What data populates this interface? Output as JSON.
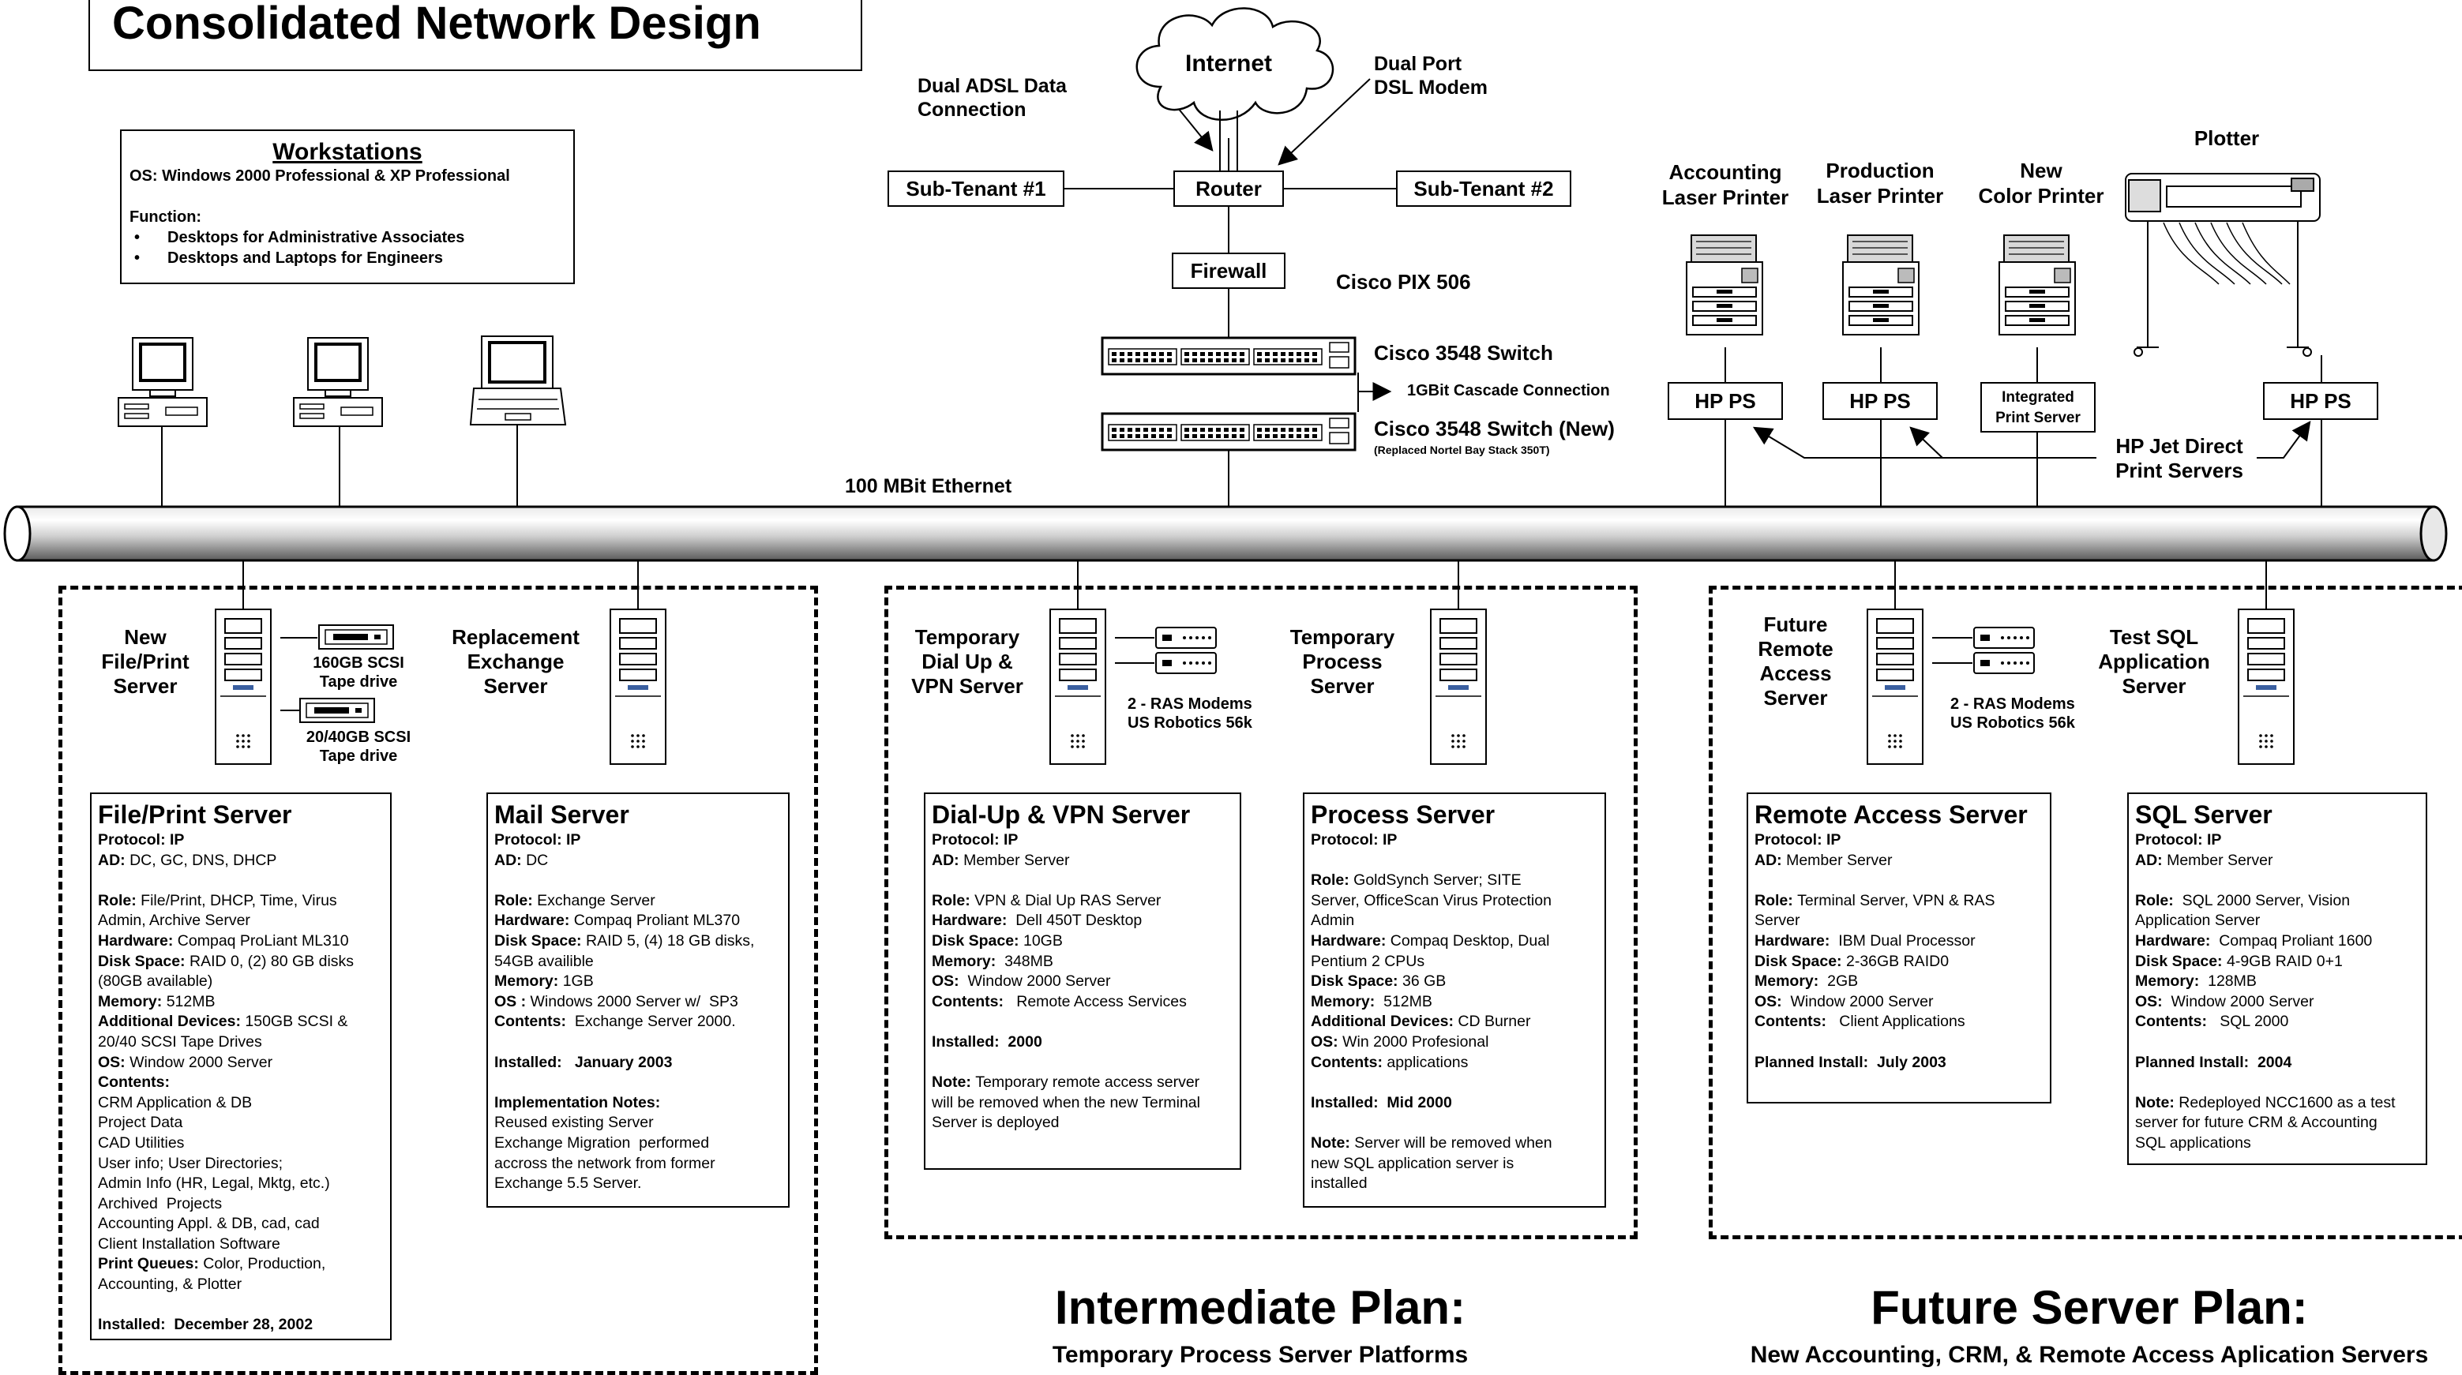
{
  "title": "Consolidated Network Design",
  "workstations": {
    "heading": "Workstations",
    "os": "OS: Windows 2000 Professional & XP Professional",
    "function_label": "Function:",
    "items": [
      "Desktops for Administrative Associates",
      "Desktops and Laptops for Engineers"
    ]
  },
  "internet": {
    "cloud": "Internet",
    "adsl_note": [
      "Dual ADSL Data",
      "Connection"
    ],
    "modem_note": [
      "Dual Port",
      "DSL Modem"
    ],
    "router": "Router",
    "sub_tenant_1": "Sub-Tenant #1",
    "sub_tenant_2": "Sub-Tenant #2",
    "firewall": "Firewall",
    "firewall_model": "Cisco PIX 506",
    "switch_1": "Cisco 3548 Switch",
    "cascade": "1GBit Cascade Connection",
    "switch_2": "Cisco 3548 Switch (New)",
    "switch_2_note": "(Replaced Nortel Bay Stack 350T)"
  },
  "ethernet_label": "100 MBit Ethernet",
  "printers": {
    "accounting": [
      "Accounting",
      "Laser Printer"
    ],
    "production": [
      "Production",
      "Laser Printer"
    ],
    "color": [
      "New",
      "Color Printer"
    ],
    "plotter": "Plotter",
    "hpps": "HP PS",
    "integrated": [
      "Integrated",
      "Print Server"
    ],
    "jetdirect": [
      "HP Jet Direct",
      "Print Servers"
    ]
  },
  "servers": {
    "fileprint": [
      "New",
      "File/Print",
      "Server"
    ],
    "tape1": [
      "160GB SCSI",
      "Tape drive"
    ],
    "tape2": [
      "20/40GB SCSI",
      "Tape drive"
    ],
    "exchange": [
      "Replacement",
      "Exchange",
      "Server"
    ],
    "dialup": [
      "Temporary",
      "Dial Up &",
      "VPN  Server"
    ],
    "modems": [
      "2 - RAS Modems",
      "US Robotics 56k"
    ],
    "process": [
      "Temporary",
      "Process",
      "Server"
    ],
    "remote": [
      "Future",
      "Remote",
      "Access",
      "Server"
    ],
    "sql": [
      "Test SQL",
      "Application",
      "Server"
    ]
  },
  "cards": {
    "fileprint": {
      "title": "File/Print Server",
      "lines": [
        [
          [
            "b",
            "Protocol: IP"
          ]
        ],
        [
          [
            "b",
            "AD: "
          ],
          [
            "n",
            "DC, GC, DNS, DHCP"
          ]
        ],
        [],
        [
          [
            "b",
            "Role: "
          ],
          [
            "n",
            "File/Print, DHCP, Time, Virus"
          ]
        ],
        [
          [
            "n",
            "Admin, Archive Server"
          ]
        ],
        [
          [
            "b",
            "Hardware: "
          ],
          [
            "n",
            "Compaq ProLiant ML310"
          ]
        ],
        [
          [
            "b",
            "Disk Space: "
          ],
          [
            "n",
            "RAID 0, (2) 80 GB disks"
          ]
        ],
        [
          [
            "n",
            "(80GB available)"
          ]
        ],
        [
          [
            "b",
            "Memory: "
          ],
          [
            "n",
            "512MB"
          ]
        ],
        [
          [
            "b",
            "Additional Devices: "
          ],
          [
            "n",
            "150GB SCSI &"
          ]
        ],
        [
          [
            "n",
            "20/40 SCSI Tape Drives"
          ]
        ],
        [
          [
            "b",
            "OS: "
          ],
          [
            "n",
            "Window 2000 Server"
          ]
        ],
        [
          [
            "b",
            "Contents:"
          ]
        ],
        [
          [
            "n",
            "CRM Application & DB"
          ]
        ],
        [
          [
            "n",
            "Project Data"
          ]
        ],
        [
          [
            "n",
            "CAD Utilities"
          ]
        ],
        [
          [
            "n",
            "User info; User Directories;"
          ]
        ],
        [
          [
            "n",
            "Admin Info (HR, Legal, Mktg, etc.)"
          ]
        ],
        [
          [
            "n",
            "Archived  Projects"
          ]
        ],
        [
          [
            "n",
            "Accounting Appl. & DB, cad, cad"
          ]
        ],
        [
          [
            "n",
            "Client Installation Software"
          ]
        ],
        [
          [
            "b",
            "Print Queues: "
          ],
          [
            "n",
            "Color, Production,"
          ]
        ],
        [
          [
            "n",
            "Accounting, & Plotter"
          ]
        ],
        [],
        [
          [
            "b",
            "Installed:  December 28, 2002"
          ]
        ]
      ]
    },
    "mail": {
      "title": "Mail Server",
      "lines": [
        [
          [
            "b",
            "Protocol: IP"
          ]
        ],
        [
          [
            "b",
            "AD: "
          ],
          [
            "n",
            "DC"
          ]
        ],
        [],
        [
          [
            "b",
            "Role: "
          ],
          [
            "n",
            "Exchange Server"
          ]
        ],
        [
          [
            "b",
            "Hardware: "
          ],
          [
            "n",
            "Compaq Proliant ML370"
          ]
        ],
        [
          [
            "b",
            "Disk Space: "
          ],
          [
            "n",
            "RAID 5, (4) 18 GB disks,"
          ]
        ],
        [
          [
            "n",
            "54GB availible"
          ]
        ],
        [
          [
            "b",
            "Memory: "
          ],
          [
            "n",
            "1GB"
          ]
        ],
        [
          [
            "b",
            "OS : "
          ],
          [
            "n",
            "Windows 2000 Server w/  SP3"
          ]
        ],
        [
          [
            "b",
            "Contents: "
          ],
          [
            "n",
            " Exchange Server 2000."
          ]
        ],
        [],
        [
          [
            "b",
            "Installed:   January 2003"
          ]
        ],
        [],
        [
          [
            "b",
            "Implementation Notes:"
          ]
        ],
        [
          [
            "n",
            "Reused existing Server"
          ]
        ],
        [
          [
            "n",
            "Exchange Migration  performed"
          ]
        ],
        [
          [
            "n",
            "accross the network from former"
          ]
        ],
        [
          [
            "n",
            "Exchange 5.5 Server."
          ]
        ]
      ]
    },
    "dialup": {
      "title": "Dial-Up & VPN Server",
      "lines": [
        [
          [
            "b",
            "Protocol: IP"
          ]
        ],
        [
          [
            "b",
            "AD: "
          ],
          [
            "n",
            "Member Server"
          ]
        ],
        [],
        [
          [
            "b",
            "Role: "
          ],
          [
            "n",
            "VPN & Dial Up RAS Server"
          ]
        ],
        [
          [
            "b",
            "Hardware: "
          ],
          [
            "n",
            " Dell 450T Desktop"
          ]
        ],
        [
          [
            "b",
            "Disk Space: "
          ],
          [
            "n",
            "10GB"
          ]
        ],
        [
          [
            "b",
            "Memory: "
          ],
          [
            "n",
            " 348MB"
          ]
        ],
        [
          [
            "b",
            "OS: "
          ],
          [
            "n",
            " Window 2000 Server"
          ]
        ],
        [
          [
            "b",
            "Contents: "
          ],
          [
            "n",
            "  Remote Access Services"
          ]
        ],
        [],
        [
          [
            "b",
            "Installed:  2000"
          ]
        ],
        [],
        [
          [
            "b",
            "Note: "
          ],
          [
            "n",
            "Temporary remote access server"
          ]
        ],
        [
          [
            "n",
            "will be removed when the new Terminal"
          ]
        ],
        [
          [
            "n",
            "Server is deployed"
          ]
        ]
      ]
    },
    "process": {
      "title": "Process Server",
      "lines": [
        [
          [
            "b",
            "Protocol: IP"
          ]
        ],
        [],
        [
          [
            "b",
            "Role: "
          ],
          [
            "n",
            "GoldSynch Server; SITE"
          ]
        ],
        [
          [
            "n",
            "Server, OfficeScan Virus Protection"
          ]
        ],
        [
          [
            "n",
            "Admin"
          ]
        ],
        [
          [
            "b",
            "Hardware: "
          ],
          [
            "n",
            "Compaq Desktop, Dual"
          ]
        ],
        [
          [
            "n",
            "Pentium 2 CPUs"
          ]
        ],
        [
          [
            "b",
            "Disk Space: "
          ],
          [
            "n",
            "36 GB"
          ]
        ],
        [
          [
            "b",
            "Memory: "
          ],
          [
            "n",
            " 512MB"
          ]
        ],
        [
          [
            "b",
            "Additional Devices: "
          ],
          [
            "n",
            "CD Burner"
          ]
        ],
        [
          [
            "b",
            "OS: "
          ],
          [
            "n",
            "Win 2000 Profesional"
          ]
        ],
        [
          [
            "b",
            "Contents: "
          ],
          [
            "n",
            "applications"
          ]
        ],
        [],
        [
          [
            "b",
            "Installed:  Mid 2000"
          ]
        ],
        [],
        [
          [
            "b",
            "Note: "
          ],
          [
            "n",
            "Server will be removed when"
          ]
        ],
        [
          [
            "n",
            "new SQL application server is"
          ]
        ],
        [
          [
            "n",
            "installed"
          ]
        ]
      ]
    },
    "remote": {
      "title": "Remote Access Server",
      "lines": [
        [
          [
            "b",
            "Protocol: IP"
          ]
        ],
        [
          [
            "b",
            "AD: "
          ],
          [
            "n",
            "Member Server"
          ]
        ],
        [],
        [
          [
            "b",
            "Role: "
          ],
          [
            "n",
            "Terminal Server, VPN & RAS"
          ]
        ],
        [
          [
            "n",
            "Server"
          ]
        ],
        [
          [
            "b",
            "Hardware: "
          ],
          [
            "n",
            " IBM Dual Processor"
          ]
        ],
        [
          [
            "b",
            "Disk Space: "
          ],
          [
            "n",
            "2-36GB RAID0"
          ]
        ],
        [
          [
            "b",
            "Memory: "
          ],
          [
            "n",
            " 2GB"
          ]
        ],
        [
          [
            "b",
            "OS: "
          ],
          [
            "n",
            " Window 2000 Server"
          ]
        ],
        [
          [
            "b",
            "Contents: "
          ],
          [
            "n",
            "  Client Applications"
          ]
        ],
        [],
        [
          [
            "b",
            "Planned Install:  July 2003"
          ]
        ]
      ]
    },
    "sql": {
      "title": "SQL Server",
      "lines": [
        [
          [
            "b",
            "Protocol: IP"
          ]
        ],
        [
          [
            "b",
            "AD: "
          ],
          [
            "n",
            "Member Server"
          ]
        ],
        [],
        [
          [
            "b",
            "Role: "
          ],
          [
            "n",
            " SQL 2000 Server, Vision"
          ]
        ],
        [
          [
            "n",
            "Application Server"
          ]
        ],
        [
          [
            "b",
            "Hardware: "
          ],
          [
            "n",
            " Compaq Proliant 1600"
          ]
        ],
        [
          [
            "b",
            "Disk Space: "
          ],
          [
            "n",
            "4-9GB RAID 0+1"
          ]
        ],
        [
          [
            "b",
            "Memory: "
          ],
          [
            "n",
            " 128MB"
          ]
        ],
        [
          [
            "b",
            "OS: "
          ],
          [
            "n",
            " Window 2000 Server"
          ]
        ],
        [
          [
            "b",
            "Contents: "
          ],
          [
            "n",
            "  SQL 2000"
          ]
        ],
        [],
        [
          [
            "b",
            "Planned Install:  2004"
          ]
        ],
        [],
        [
          [
            "b",
            "Note: "
          ],
          [
            "n",
            "Redeployed NCC1600 as a test"
          ]
        ],
        [
          [
            "n",
            "server for future CRM & Accounting"
          ]
        ],
        [
          [
            "n",
            "SQL applications"
          ]
        ]
      ]
    }
  },
  "plans": {
    "intermediate_title": "Intermediate Plan:",
    "intermediate_sub": "Temporary Process Server Platforms",
    "future_title": "Future Server Plan:",
    "future_sub": "New Accounting, CRM, & Remote Access Aplication Servers"
  }
}
